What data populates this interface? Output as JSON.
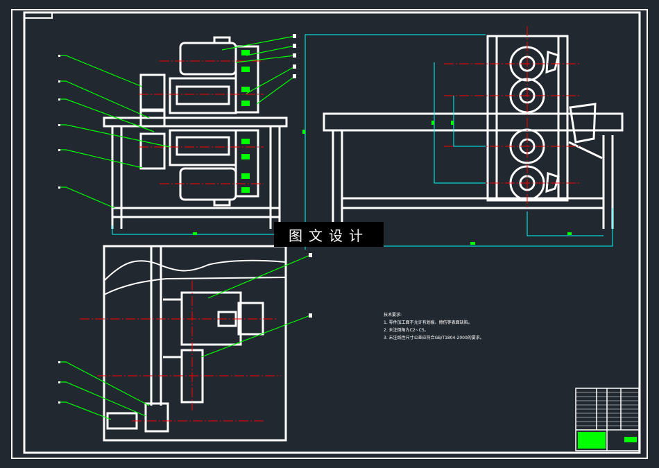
{
  "watermark": "图文设计",
  "tech_notes": {
    "heading": "技术要求:",
    "items": [
      "1. 零件加工面不允许有划痕、擦伤等表面缺陷。",
      "2. 未注倒角为C2~C5。",
      "3. 未注线性尺寸公差应符合GB/T1804-2000的要求。"
    ]
  },
  "colors": {
    "background": "#212830",
    "outline": "#ffffff",
    "leader": "#00ff00",
    "centerline": "#ff0000",
    "dimension": "#00ffff"
  }
}
